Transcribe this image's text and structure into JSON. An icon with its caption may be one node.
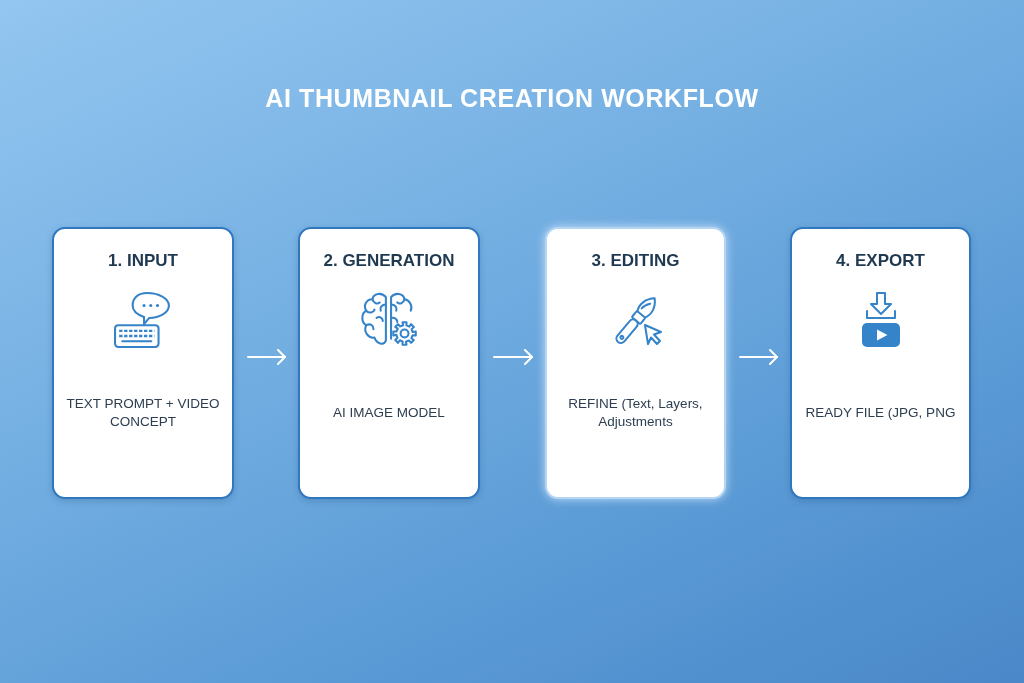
{
  "diagram": {
    "title": "AI THUMBNAIL CREATION WORKFLOW",
    "nodes": [
      {
        "text": [
          "1. INPUT",
          "TEXT PROMPT + VIDEO CONCEPT"
        ]
      },
      {
        "text": [
          "2. GENERATION",
          "AI IMAGE MODEL"
        ]
      },
      {
        "text": [
          "3. EDITING",
          "REFINE (Text, Layers, Adjustments"
        ]
      },
      {
        "text": [
          "4. EXPORT",
          "READY FILE (JPG, PNG"
        ]
      }
    ],
    "edges": [
      {
        "from": 0,
        "to": 1,
        "arrow": "to"
      },
      {
        "from": 1,
        "to": 2,
        "arrow": "to"
      },
      {
        "from": 2,
        "to": 3,
        "arrow": "to"
      }
    ]
  }
}
